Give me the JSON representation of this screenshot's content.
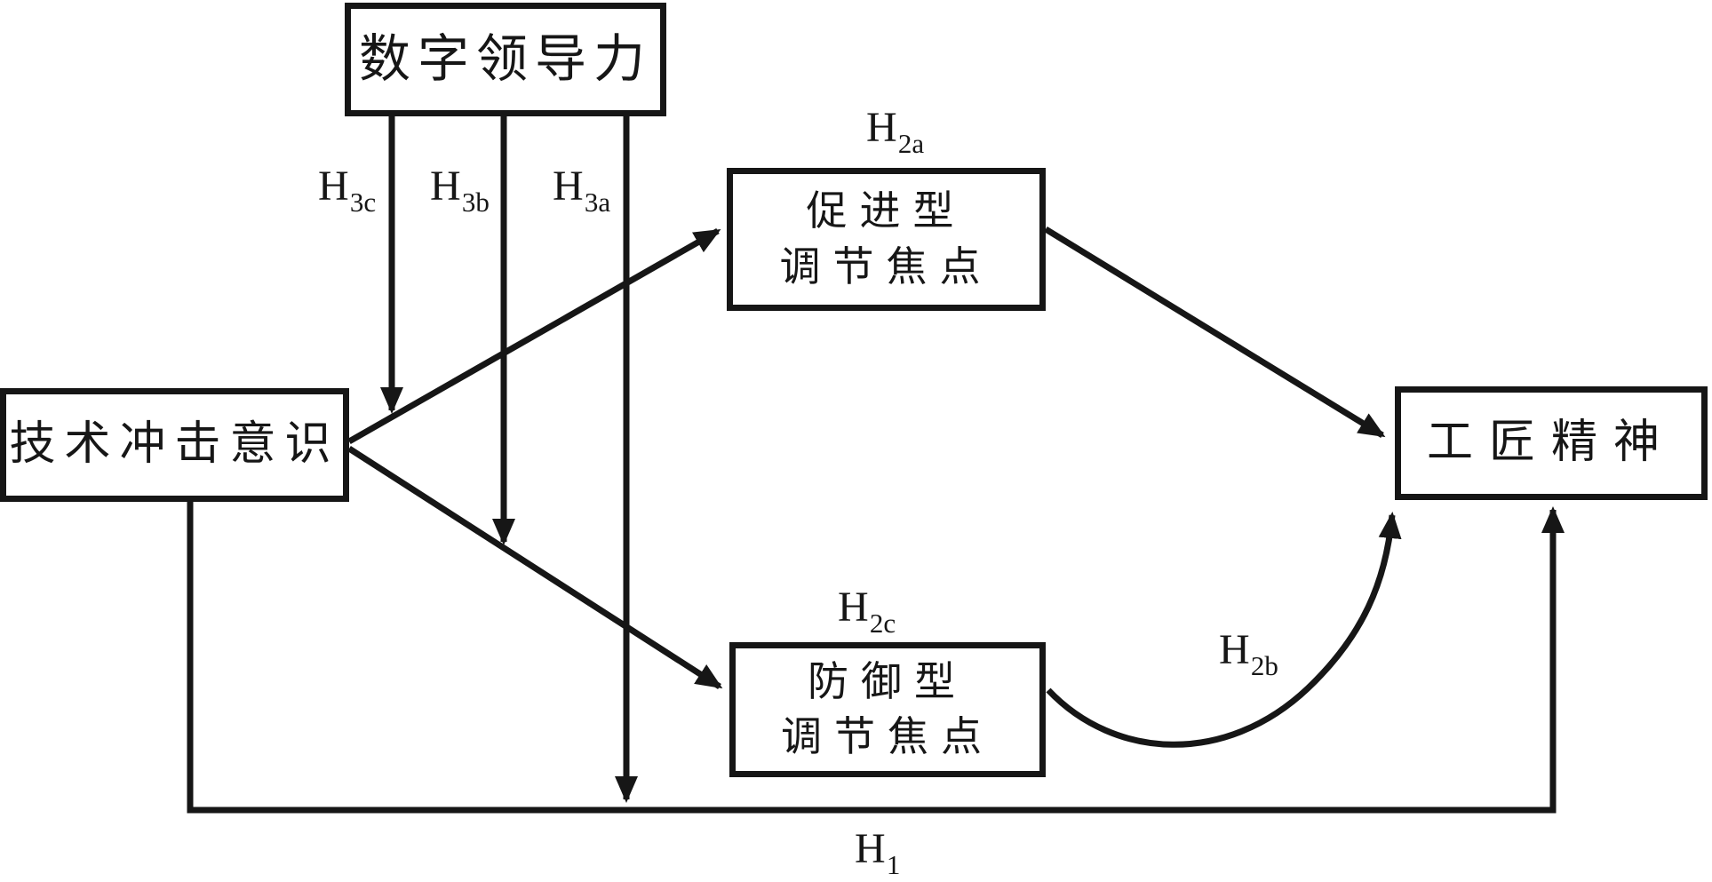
{
  "diagram": {
    "title": "moderated-mediation-research-model",
    "background_color": "#ffffff",
    "stroke_color": "#161616"
  },
  "nodes": {
    "digital_leadership": {
      "label": "数字领导力"
    },
    "tech_shock_awareness": {
      "label": "技术冲击意识"
    },
    "promotion_focus": {
      "line1": "促进型",
      "line2": "调节焦点"
    },
    "defensive_focus": {
      "line1": "防御型",
      "line2": "调节焦点"
    },
    "craftsman_spirit": {
      "label": "工匠精神"
    }
  },
  "hypotheses": {
    "h1": {
      "base": "H",
      "sub": "1"
    },
    "h2a": {
      "base": "H",
      "sub": "2a"
    },
    "h2b": {
      "base": "H",
      "sub": "2b"
    },
    "h2c": {
      "base": "H",
      "sub": "2c"
    },
    "h3a": {
      "base": "H",
      "sub": "3a"
    },
    "h3b": {
      "base": "H",
      "sub": "3b"
    },
    "h3c": {
      "base": "H",
      "sub": "3c"
    }
  },
  "edges": [
    {
      "name": "h3c-moderation-arrow",
      "from": "digital_leadership",
      "to": "path tech_shock_awareness → promotion_focus"
    },
    {
      "name": "h3b-moderation-arrow",
      "from": "digital_leadership",
      "to": "path tech_shock_awareness → defensive_focus"
    },
    {
      "name": "h3a-moderation-arrow",
      "from": "digital_leadership",
      "to": "path tech_shock_awareness → craftsman_spirit"
    },
    {
      "name": "h1-direct-arrow",
      "from": "tech_shock_awareness",
      "to": "craftsman_spirit"
    },
    {
      "name": "tia-to-promotion-arrow",
      "from": "tech_shock_awareness",
      "to": "promotion_focus"
    },
    {
      "name": "tia-to-defensive-arrow",
      "from": "tech_shock_awareness",
      "to": "defensive_focus"
    },
    {
      "name": "promotion-to-craftsman-arrow",
      "from": "promotion_focus",
      "to": "craftsman_spirit"
    },
    {
      "name": "h2b-curved-arrow",
      "from": "defensive_focus",
      "to": "craftsman_spirit"
    }
  ]
}
